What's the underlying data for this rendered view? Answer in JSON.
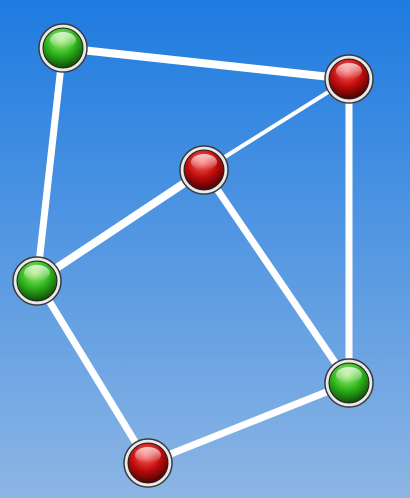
{
  "colors": {
    "background_top": "#1e7be0",
    "background_bottom": "#8cb5e4",
    "edge": "#ffffff",
    "node_states": {
      "green": {
        "light": "#a9f07a",
        "mid": "#2fb51c",
        "dark": "#0a3d06"
      },
      "red": {
        "light": "#ff6a6a",
        "mid": "#c20d0d",
        "dark": "#3a0000"
      }
    },
    "node_ring": "#e9e9e9",
    "node_outline": "#3a3a3a"
  },
  "nodes": [
    {
      "id": "n1",
      "state": "green"
    },
    {
      "id": "n2",
      "state": "red"
    },
    {
      "id": "n3",
      "state": "red"
    },
    {
      "id": "n4",
      "state": "green"
    },
    {
      "id": "n5",
      "state": "green"
    },
    {
      "id": "n6",
      "state": "red"
    }
  ],
  "edges": [
    {
      "from": "n1",
      "to": "n2"
    },
    {
      "from": "n1",
      "to": "n4"
    },
    {
      "from": "n2",
      "to": "n3"
    },
    {
      "from": "n2",
      "to": "n5"
    },
    {
      "from": "n3",
      "to": "n4"
    },
    {
      "from": "n3",
      "to": "n5"
    },
    {
      "from": "n4",
      "to": "n6"
    },
    {
      "from": "n5",
      "to": "n6"
    }
  ]
}
